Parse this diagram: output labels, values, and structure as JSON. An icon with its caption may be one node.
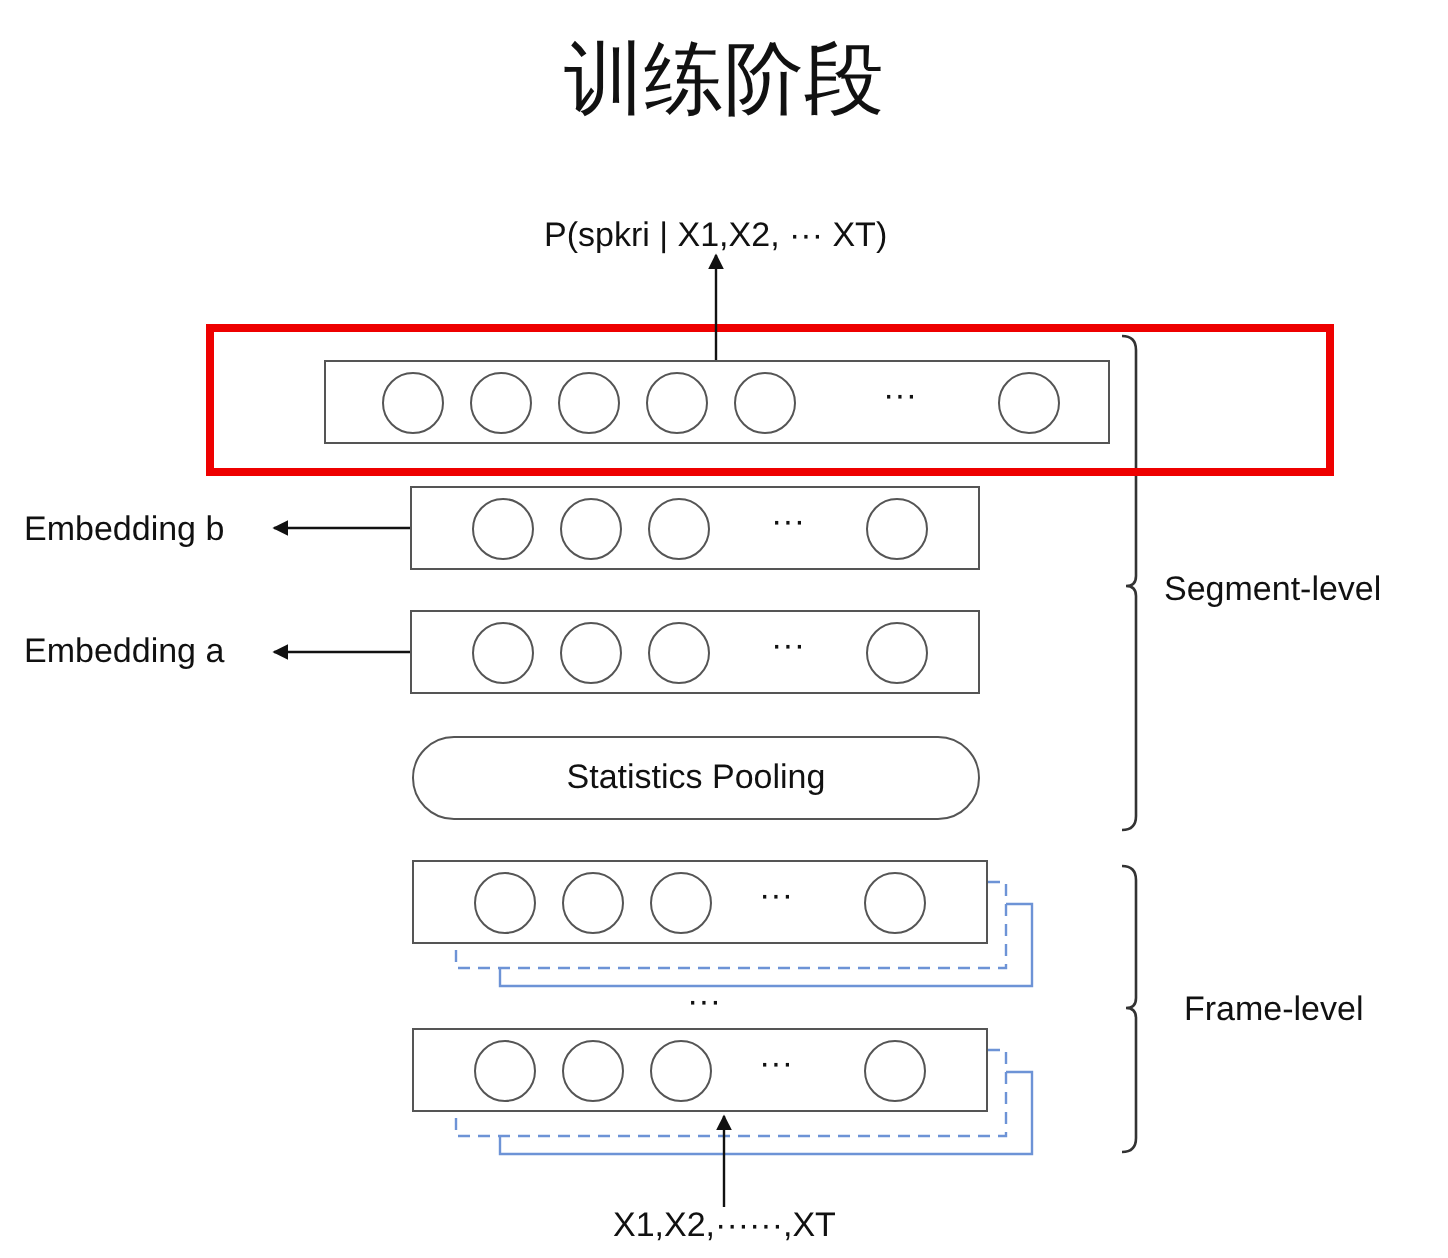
{
  "diagram": {
    "title": "训练阶段",
    "nodes": [
      {
        "text": [
          "P(spkri | X1,X2, ··· XT)"
        ]
      },
      {
        "text": [
          "···"
        ]
      },
      {
        "text": [
          "Embedding b"
        ]
      },
      {
        "text": [
          "···"
        ]
      },
      {
        "text": [
          "Embedding a"
        ]
      },
      {
        "text": [
          "···"
        ]
      },
      {
        "text": [
          "Statistics Pooling"
        ]
      },
      {
        "text": [
          "···"
        ]
      },
      {
        "text": [
          "···"
        ]
      },
      {
        "text": [
          "X1,X2,······,XT"
        ]
      }
    ],
    "edges": [
      {
        "from": 1,
        "to": 0,
        "arrow": "to"
      },
      {
        "from": 3,
        "to": 2,
        "arrow": "to"
      },
      {
        "from": 5,
        "to": 4,
        "arrow": "to"
      },
      {
        "from": 9,
        "to": 8,
        "arrow": "to"
      }
    ],
    "labels": [
      "···",
      "Segment-level",
      "Frame-level"
    ]
  }
}
